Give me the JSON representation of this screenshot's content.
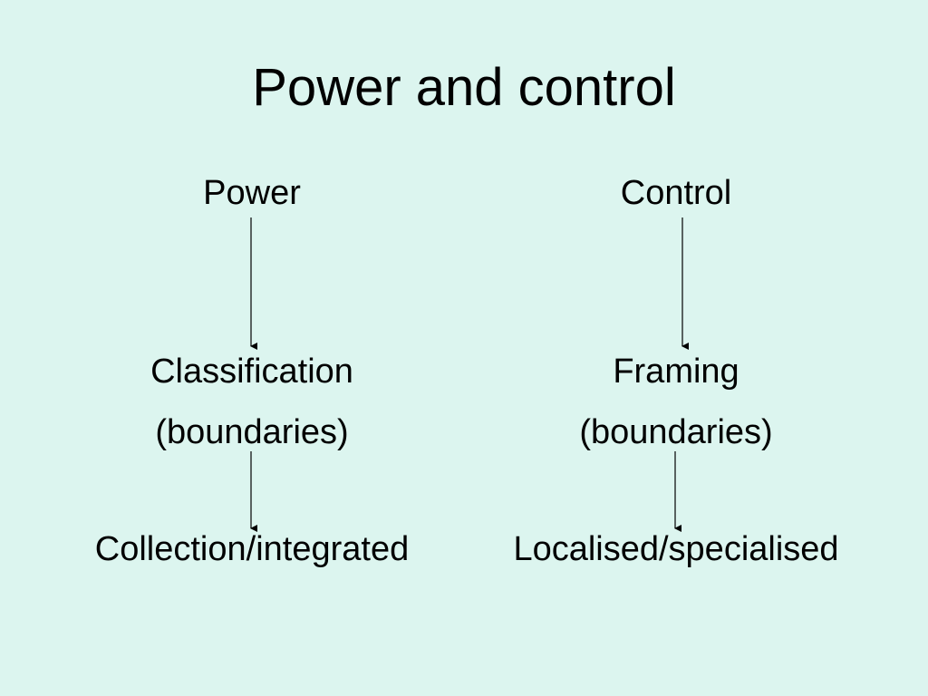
{
  "slide": {
    "title": "Power and control"
  },
  "diagram": {
    "left": {
      "top": "Power",
      "middle_line1": "Classification",
      "middle_line2": "(boundaries)",
      "bottom": "Collection/integrated"
    },
    "right": {
      "top": "Control",
      "middle_line1": "Framing",
      "middle_line2": "(boundaries)",
      "bottom": "Localised/specialised"
    }
  },
  "colors": {
    "background": "#dcf5ef",
    "text": "#000000"
  }
}
